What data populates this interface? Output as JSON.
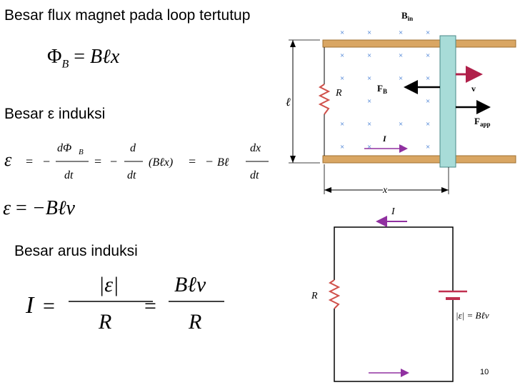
{
  "headings": {
    "flux": "Besar flux magnet pada  loop tertutup",
    "emf": "Besar  ε induksi",
    "current": "Besar  arus  induksi"
  },
  "equations": {
    "flux": "Φ_B = Bℓx",
    "emf_derivation": "ε = − dΦ_B/dt = − d/dt (Bℓx) = − Bℓ dx/dt",
    "emf_result": "ε = −Bℓv",
    "current": "I = |ε|/R = Bℓv/R"
  },
  "eq_parts": {
    "Phi": "Φ",
    "B_sub": "B",
    "equals": "=",
    "B_l_x": "Bℓx",
    "epsilon": "ε",
    "minus": "−",
    "dPhi": "dΦ",
    "dt": "dt",
    "d": "d",
    "paren_Blx": "(Bℓx)",
    "B_l": "Bℓ",
    "dx": "dx",
    "minus_B_l_v": "−Bℓv",
    "I": "I",
    "abs_eps": "|ε|",
    "R": "R",
    "B_l_v": "Bℓv"
  },
  "diagram_top": {
    "field_label": "B",
    "field_sub": "in",
    "cross_symbol": "×",
    "length_label": "ℓ",
    "resistor_label": "R",
    "force_label": "F",
    "force_sub": "B",
    "velocity_label": "v",
    "applied_label": "F",
    "applied_sub": "app",
    "current_label": "I",
    "distance_label": "x"
  },
  "diagram_bottom": {
    "current_label": "I",
    "resistor_label": "R",
    "source_label": "|ε| = Bℓv"
  },
  "colors": {
    "rail": "#d9a663",
    "bar": "#a8dcd8",
    "arrow_accent": "#b0204a",
    "current_arrow": "#9030a0",
    "cross": "#3070d0",
    "resistor": "#d0504a"
  },
  "slide_number": "10"
}
